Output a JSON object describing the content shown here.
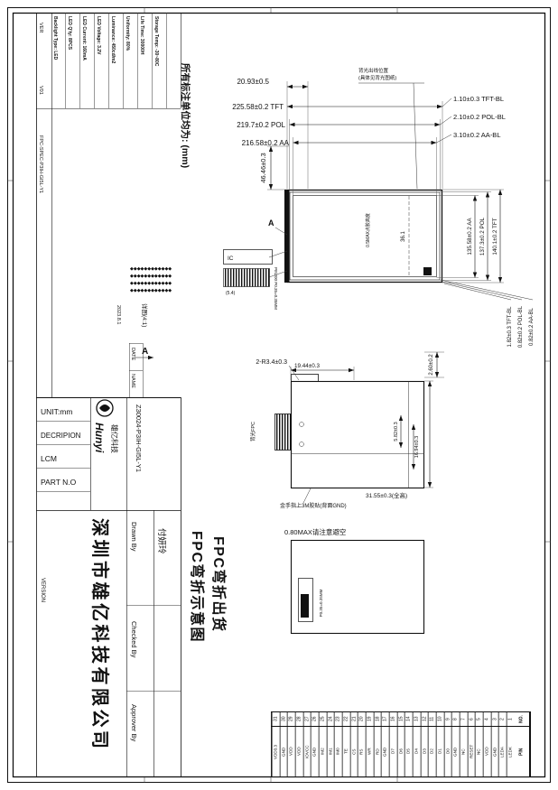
{
  "notes": {
    "units": "所有标注单位均为: (mm)",
    "fold_title_1": "FPC弯折示意图",
    "fold_title_2": "FPC弯折出货",
    "avoid": "0.80MAX请注意避空",
    "backlight_exit_1": "背光出线位置",
    "backlight_exit_2": "(具体见背光图纸)",
    "glue_height": "0.5MAX点胶高度",
    "gold_finger": "金手指上3M胶贴(背面GND)",
    "detail_label": "详图(4:1)",
    "view_a": "A",
    "ic_label": "IC",
    "ic_pins": "PIN200 P0.35=0.35MM",
    "tail_pins": "P0.35=0.35MM",
    "fpc_note": "背光FPC",
    "tail_dim": "(5.4)"
  },
  "dims": {
    "top_offset": "20.93±0.5",
    "w_tft": "225.58±0.2 TFT",
    "w_pol": "219.7±0.2 POL",
    "w_aa": "216.58±0.2 AA",
    "bl_tft": "1.10±0.3 TFT-BL",
    "bl_pol": "2.10±0.2 POL-BL",
    "bl_aa": "3.10±0.2 AA-BL",
    "left_v": "46.46±0.3",
    "h_tft": "140.1±0.2 TFT",
    "h_pol": "137.3±0.2 POL",
    "h_aa": "135.58±0.2 AA",
    "blr_tft": "1.82±0.3 TFT-BL",
    "blr_pol": "0.82±0.2 POL-BL",
    "blr_aa": "0.82±0.2 AA-BL",
    "center_mark": "36.1",
    "corner_r": "2-R3.4±0.3",
    "fold_w": "19.44±0.3",
    "fold_d1": "5.82±0.3",
    "fold_d2": "16.94±0.3",
    "fold_h": "31.55±0.3(全高)",
    "fold_gap": "2.60±0.2"
  },
  "spec_table": {
    "rows": [
      {
        "text": "Backlight Type: LED"
      },
      {
        "text": "LED Q'ty: 8PCS"
      },
      {
        "text": "LED Current: 160mA"
      },
      {
        "text": "LED Voltage: 3.2V"
      },
      {
        "text": "Luminance: 450cd/m2"
      },
      {
        "text": "Uniformity: 80%"
      },
      {
        "text": "Life Time: 30000H"
      },
      {
        "text": "Storage Temp: -30~80C"
      }
    ]
  },
  "rev_block": {
    "ver_label": "VER",
    "ver_value": "V01",
    "date_label": "DATE",
    "date_value": "2023.8.1",
    "name_label": "NAME",
    "doc_code": "FPC-SPEC-P3IH-GI5L-Y1"
  },
  "title_block": {
    "unit": "UNIT:mm",
    "descripion_label": "DECRIPION",
    "descripion_value": "LCM",
    "part_label": "PART N.O",
    "part_value": "Z30024-P3IH-GI5L-Y1",
    "version_label": "VERSION",
    "drawn_label": "Drawn By",
    "drawn_value": "付妍玲",
    "checked_label": "Checked By",
    "approved_label": "Approver By",
    "company": "深圳市雄亿科技有限公司",
    "logo_name": "Hunyi",
    "logo_cn": "雄亿科技"
  },
  "patterns": {
    "goldfinger": "◆◆◆◆◆◆◆◆◆◆◆◆"
  },
  "pin_table": {
    "no_header": "NO.",
    "name_header": "PIN",
    "pins": [
      "LEDK",
      "LEDA",
      "GND",
      "VDD",
      "NC",
      "RESET",
      "NC",
      "GND",
      "D0",
      "D1",
      "D2",
      "D3",
      "D4",
      "D5",
      "D6",
      "D7",
      "GND",
      "RD",
      "WR",
      "RS",
      "CS",
      "TE",
      "IM0",
      "IM1",
      "IM2",
      "GND",
      "IOVCC",
      "VDD",
      "VDD",
      "GND",
      "VDD3.3"
    ]
  }
}
